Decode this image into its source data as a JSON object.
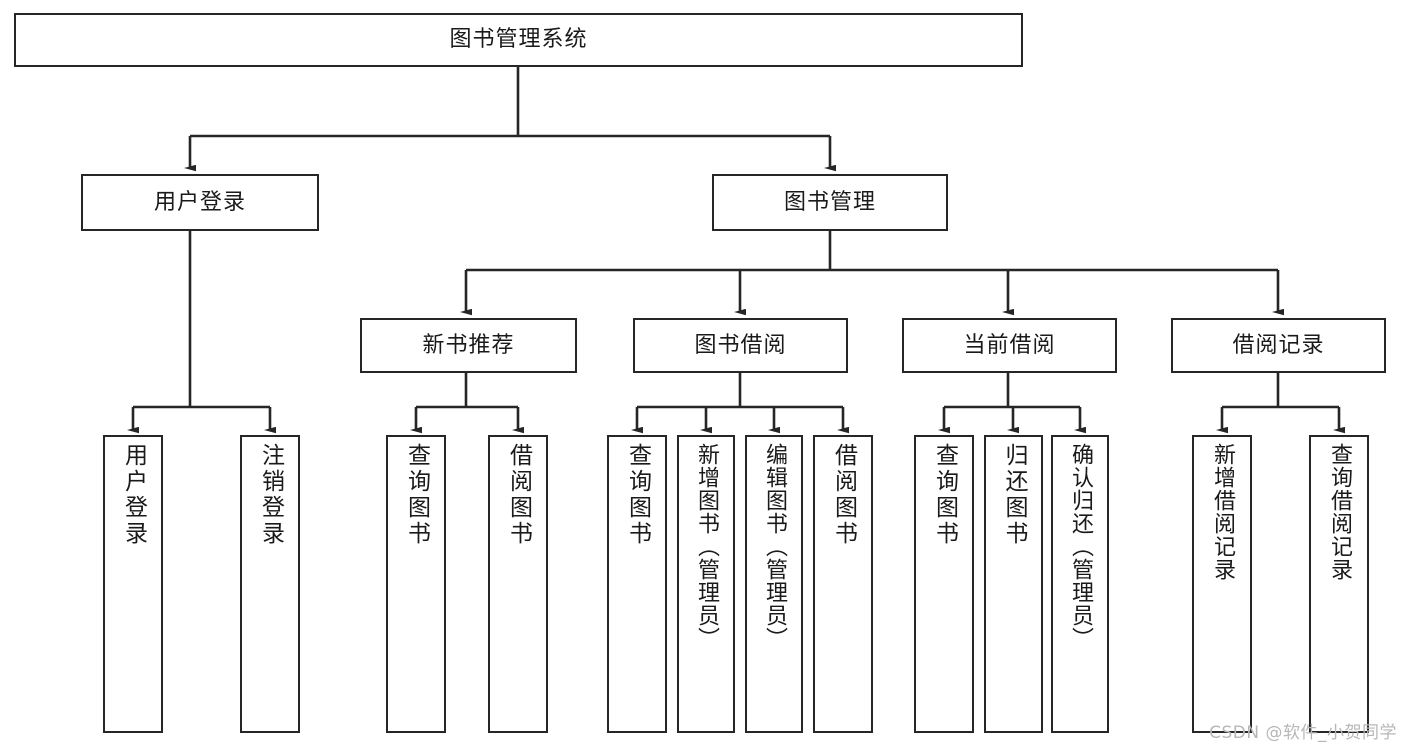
{
  "diagram": {
    "title": "图书管理系统",
    "type": "hierarchy-tree",
    "root": {
      "id": "root",
      "label": "图书管理系统"
    },
    "level2": [
      {
        "id": "user-login",
        "label": "用户登录"
      },
      {
        "id": "book-manage",
        "label": "图书管理"
      }
    ],
    "level3": [
      {
        "id": "new-book-rec",
        "label": "新书推荐",
        "parent": "book-manage"
      },
      {
        "id": "book-borrow",
        "label": "图书借阅",
        "parent": "book-manage"
      },
      {
        "id": "current-borrow",
        "label": "当前借阅",
        "parent": "book-manage"
      },
      {
        "id": "borrow-record",
        "label": "借阅记录",
        "parent": "book-manage"
      }
    ],
    "leaves": {
      "user-login": [
        {
          "id": "leaf-user-login",
          "label": "用户登录"
        },
        {
          "id": "leaf-user-logout",
          "label": "注销登录"
        }
      ],
      "new-book-rec": [
        {
          "id": "leaf-query-book-1",
          "label": "查询图书"
        },
        {
          "id": "leaf-borrow-book-1",
          "label": "借阅图书"
        }
      ],
      "book-borrow": [
        {
          "id": "leaf-query-book-2",
          "label": "查询图书"
        },
        {
          "id": "leaf-add-book",
          "label": "新增图书（管理员）"
        },
        {
          "id": "leaf-edit-book",
          "label": "编辑图书（管理员）"
        },
        {
          "id": "leaf-borrow-book-2",
          "label": "借阅图书"
        }
      ],
      "current-borrow": [
        {
          "id": "leaf-query-book-3",
          "label": "查询图书"
        },
        {
          "id": "leaf-return-book",
          "label": "归还图书"
        },
        {
          "id": "leaf-confirm-return",
          "label": "确认归还（管理员）"
        }
      ],
      "borrow-record": [
        {
          "id": "leaf-add-record",
          "label": "新增借阅记录"
        },
        {
          "id": "leaf-query-record",
          "label": "查询借阅记录"
        }
      ]
    }
  },
  "watermark": {
    "text": "CSDN @软件_小贺同学"
  },
  "colors": {
    "stroke": "#262626",
    "background": "#ffffff",
    "text": "#1a1a1a",
    "watermark": "#b7b7b7"
  }
}
